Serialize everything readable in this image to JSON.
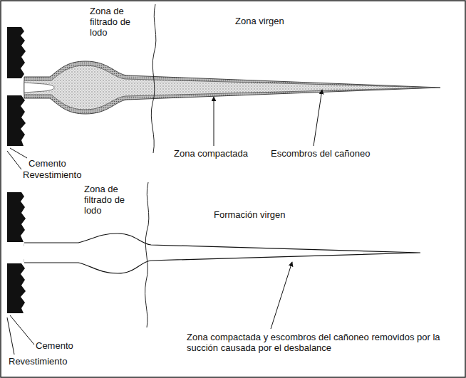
{
  "diagram": {
    "labels": [
      "Zona de filtrado de lodo",
      "Zona virgen",
      "Zona compactada",
      "Escombros del cañoneo",
      "Cemento",
      "Revestimiento",
      "Zona de filtrado de lodo",
      "Formación virgen",
      "Cemento",
      "Revestimiento",
      "Zona compactada y escombros del cañoneo removidos por la succión causada por el desbalance"
    ]
  }
}
